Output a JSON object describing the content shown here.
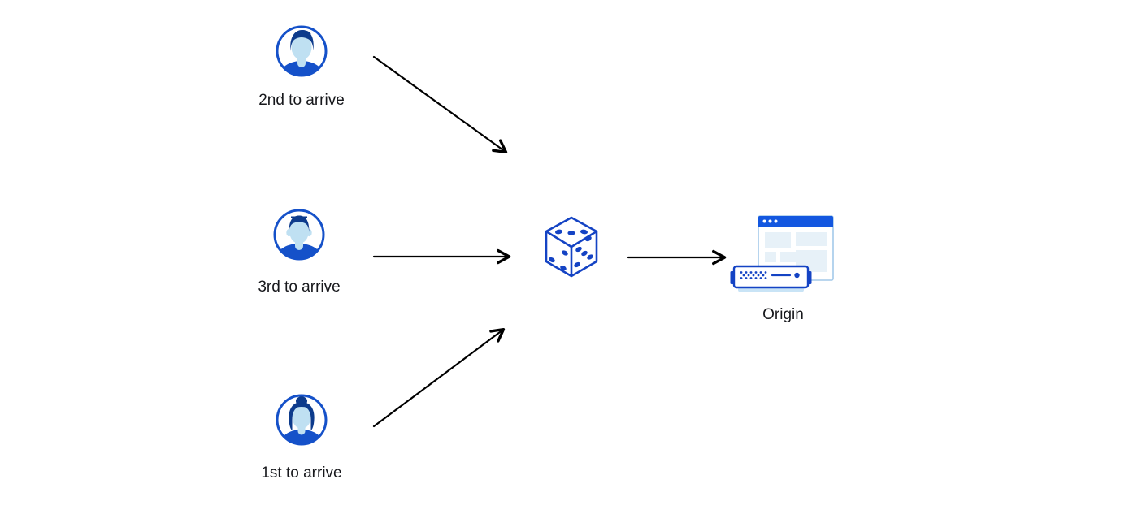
{
  "diagram": {
    "description": "Three clients arriving in different order are routed via random selection (dice) to an origin server",
    "nodes": {
      "user_top": {
        "label": "2nd to arrive",
        "icon": "avatar-male-swoop-hair"
      },
      "user_middle": {
        "label": "3rd to arrive",
        "icon": "avatar-male-flat-top"
      },
      "user_bottom": {
        "label": "1st to arrive",
        "icon": "avatar-female-bun"
      },
      "dice": {
        "icon": "dice-random-selection"
      },
      "origin": {
        "label": "Origin",
        "icon": "browser-window-with-server"
      }
    },
    "edges": [
      {
        "from": "user_top",
        "to": "dice"
      },
      {
        "from": "user_middle",
        "to": "dice"
      },
      {
        "from": "user_bottom",
        "to": "dice"
      },
      {
        "from": "dice",
        "to": "origin"
      }
    ],
    "colors": {
      "background": "#FFFFFF",
      "accent_blue": "#1551C9",
      "outline_blue": "#1443C4",
      "dark_navy_hair": "#0D3B8C",
      "light_blue_skin": "#BFE0F2",
      "pale_panel_blue": "#E7F1F8",
      "window_bar_blue": "#1357E0",
      "window_border_blue": "#A3C9E9",
      "server_base_blue": "#C9E4F6",
      "arrow_black": "#000000"
    }
  }
}
